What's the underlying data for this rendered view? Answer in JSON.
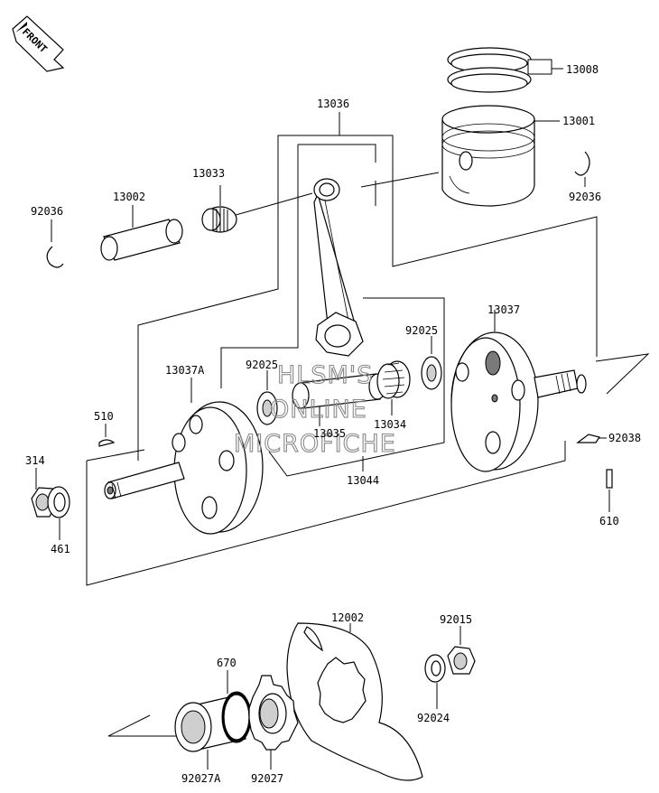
{
  "front_badge": "FRONT",
  "watermark": [
    "HLSM'S",
    "ONLINE",
    "MICROFICHE"
  ],
  "parts": {
    "p13008": "13008",
    "p13001": "13001",
    "p13036": "13036",
    "p13033": "13033",
    "p13002": "13002",
    "p92036_left": "92036",
    "p92036_right": "92036",
    "p13037": "13037",
    "p92025_right": "92025",
    "p92025_left": "92025",
    "p13037A": "13037A",
    "p510": "510",
    "p13034": "13034",
    "p13035": "13035",
    "p92038": "92038",
    "p314": "314",
    "p13044": "13044",
    "p461": "461",
    "p610": "610",
    "p12002": "12002",
    "p92015": "92015",
    "p670": "670",
    "p92024": "92024",
    "p92027A": "92027A",
    "p92027": "92027"
  }
}
